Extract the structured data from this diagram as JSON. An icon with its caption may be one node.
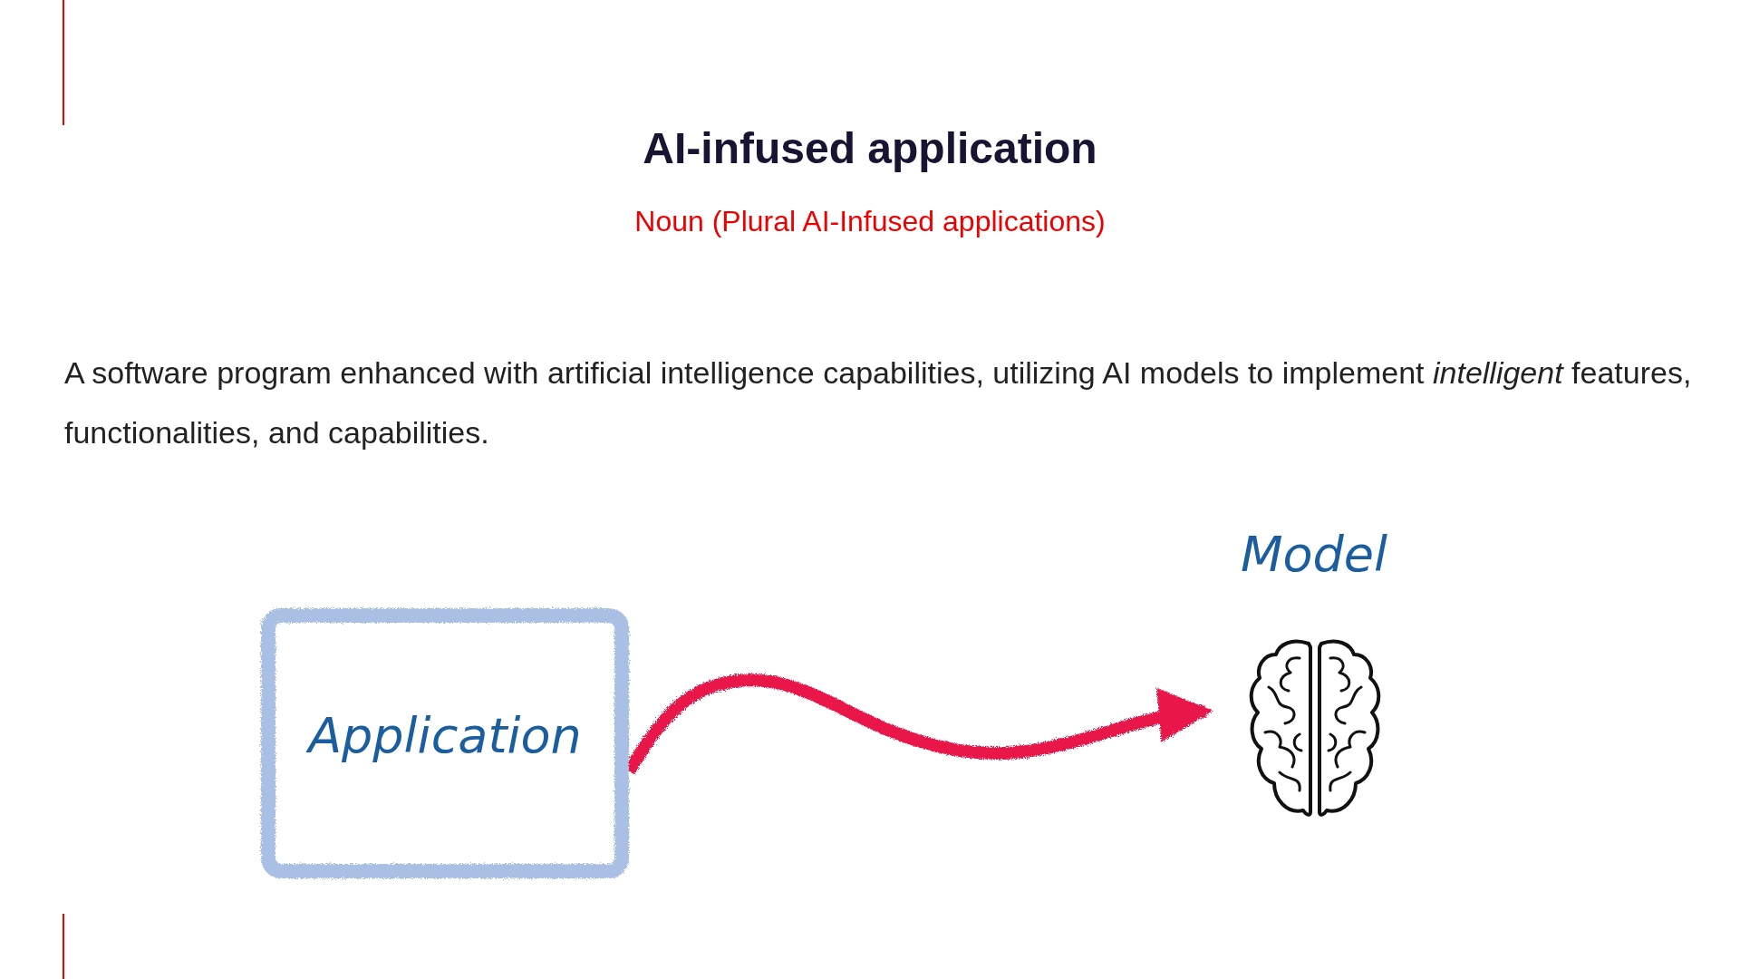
{
  "diagram": {
    "title": "AI-infused application",
    "nodes": [
      {
        "text": [
          "Application"
        ]
      },
      {
        "text": [
          "Model"
        ]
      }
    ],
    "edges": [
      {
        "from": 0,
        "to": 1,
        "arrow": "to"
      }
    ],
    "labels": [
      "Noun (Plural AI-Infused applications)",
      "A software program enhanced with artificial intelligence capabilities, utilizing AI models to implement *intelligent* features, functionalities, and capabilities."
    ]
  }
}
